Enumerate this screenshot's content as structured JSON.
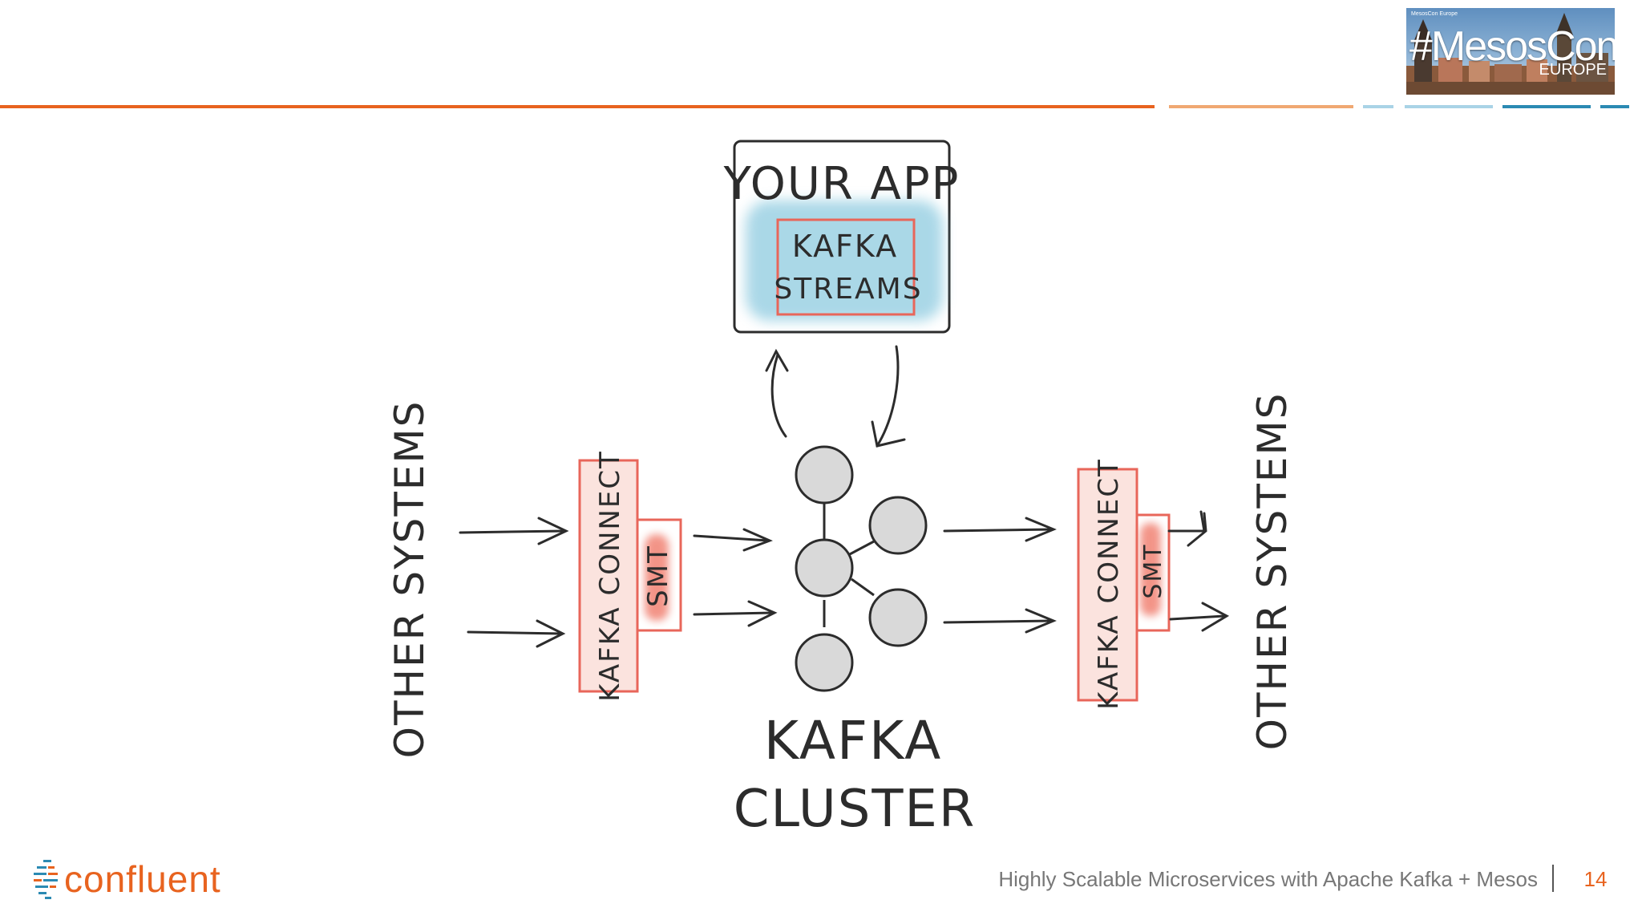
{
  "header": {
    "logo_title": "#MesosCon",
    "logo_subtitle": "EUROPE",
    "logo_tag": "MesosCon Europe"
  },
  "diagram": {
    "app_label": "YOUR APP",
    "streams_line1": "KAFKA",
    "streams_line2": "STREAMS",
    "left_systems": "OTHER SYSTEMS",
    "right_systems": "OTHER SYSTEMS",
    "left_connect": "KAFKA CONNECT",
    "right_connect": "KAFKA CONNECT",
    "left_smt": "SMT",
    "right_smt": "SMT",
    "cluster_line1": "KAFKA",
    "cluster_line2": "CLUSTER"
  },
  "colors": {
    "accent": "#e8631f",
    "box_outline": "#e8665a",
    "smt_fill": "#f07a6a",
    "watercolor": "#8ecbe0",
    "node_fill": "#d9d9d9",
    "ink": "#2c2c2c"
  },
  "footer": {
    "brand": "confluent",
    "title": "Highly Scalable Microservices with Apache Kafka + Mesos",
    "page_number": "14"
  }
}
